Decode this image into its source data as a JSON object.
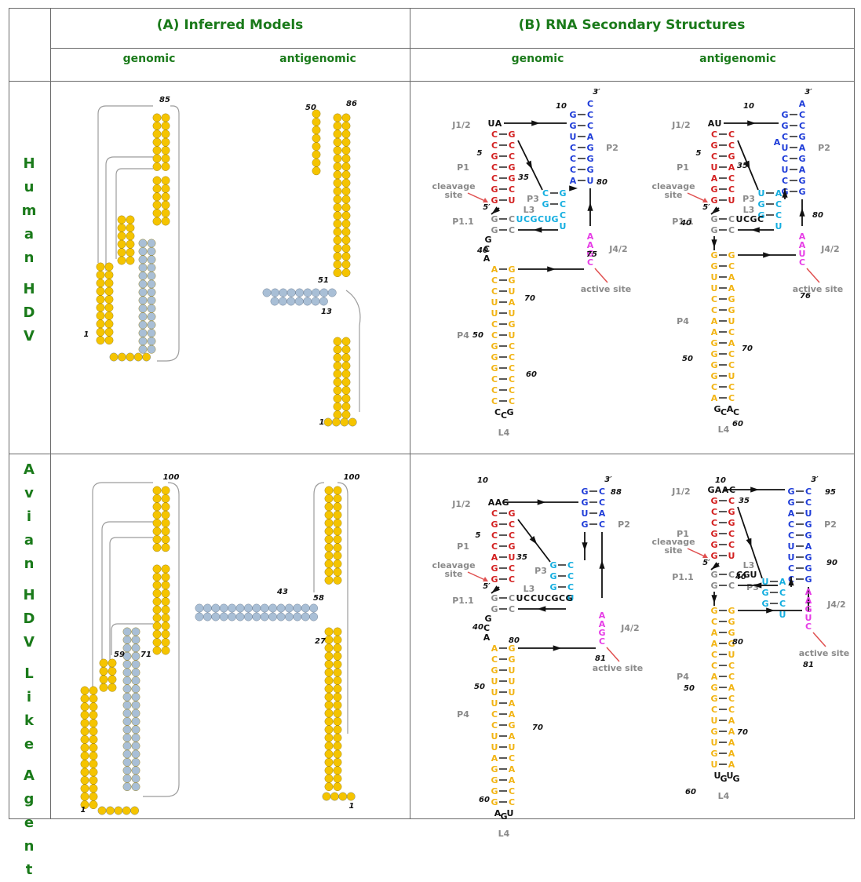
{
  "headers": {
    "col_a": "(A) Inferred Models",
    "col_b": "(B) RNA Secondary Structures",
    "genomic": "genomic",
    "antigenomic": "antigenomic"
  },
  "rows": {
    "human": [
      "H",
      "u",
      "m",
      "a",
      "n",
      "",
      "H",
      "D",
      "V"
    ],
    "avian": [
      "A",
      "v",
      "i",
      "a",
      "n",
      "",
      "H",
      "D",
      "V",
      "",
      "L",
      "i",
      "k",
      "e",
      "",
      "A",
      "g",
      "e",
      "n",
      "t"
    ]
  },
  "labels": {
    "j12": "J1/2",
    "p1": "P1",
    "p11": "P1.1",
    "p2": "P2",
    "p3": "P3",
    "p4": "P4",
    "l3": "L3",
    "l4": "L4",
    "j42": "J4/2",
    "cleavage": "cleavage",
    "site": "site",
    "active_site": "active site",
    "three_prime": "3′",
    "five_prime": "5′"
  },
  "colors": {
    "header_green": "#1a7a1a",
    "yellow": "#f5c400",
    "blue_circle": "#a9bfd6",
    "red": "#d32020",
    "dark_blue": "#1e3cd8",
    "cyan": "#14aee0",
    "magenta": "#e63ce6",
    "orange": "#f2b414",
    "gray": "#8a8a8a"
  },
  "structures": {
    "hg": {
      "nums": [
        "10",
        "5",
        "35",
        "80",
        "40",
        "70",
        "50",
        "60",
        "75"
      ],
      "j12": [
        "U",
        "A"
      ],
      "p1_left": [
        "C",
        "C",
        "G",
        "C",
        "C",
        "G",
        "G"
      ],
      "p1_right": [
        "G",
        "C",
        "C",
        "G",
        "G",
        "C",
        "U"
      ],
      "p2_left": [
        "G",
        "G",
        "U",
        "C",
        "C",
        "C",
        "A"
      ],
      "p2_right": [
        "C",
        "C",
        "A",
        "G",
        "G",
        "G",
        "U"
      ],
      "p2_top": "C",
      "p3_left": [
        "C",
        "G"
      ],
      "p3_right": [
        "G",
        "C",
        "C",
        "U"
      ],
      "l3": [
        "U",
        "C",
        "G",
        "C",
        "U",
        "G"
      ],
      "p11_left": [
        "G",
        "G"
      ],
      "p11_right": [
        "C",
        "C"
      ],
      "j4_2": [
        "A",
        "A",
        "G",
        "C"
      ],
      "link": [
        "G",
        "C",
        "A"
      ],
      "p4_left": [
        "A",
        "C",
        "C",
        "U",
        "U",
        "C",
        "C",
        "G",
        "G",
        "G",
        "C",
        "C",
        "C"
      ],
      "p4_right": [
        "G",
        "G",
        "U",
        "A",
        "U",
        "G",
        "U",
        "C",
        "C",
        "C",
        "C",
        "C",
        "C"
      ],
      "l4": [
        "C",
        "C",
        "G"
      ]
    },
    "ha": {
      "nums": [
        "10",
        "5",
        "35",
        "80",
        "40",
        "76",
        "70",
        "50",
        "60"
      ],
      "j12": [
        "A",
        "U"
      ],
      "p1_left": [
        "C",
        "G",
        "C",
        "U",
        "A",
        "G",
        "G"
      ],
      "p1_right": [
        "C",
        "C",
        "G",
        "A",
        "C",
        "C",
        "U"
      ],
      "p2_left": [
        "G",
        "G",
        "C",
        "U",
        "C",
        "U",
        "C",
        "G"
      ],
      "p2_right": [
        "C",
        "C",
        "G",
        "A",
        "G",
        "A",
        "G",
        "G"
      ],
      "p2_top": "A",
      "bulge": "A",
      "p3_left": [
        "U",
        "G",
        "G"
      ],
      "p3_right": [
        "A",
        "C",
        "C",
        "U"
      ],
      "l3": [
        "U",
        "C",
        "G",
        "C"
      ],
      "p11_left": [
        "G",
        "G"
      ],
      "p11_right": [
        "C",
        "C"
      ],
      "j4_2": [
        "A",
        "A",
        "U",
        "C"
      ],
      "p4_left": [
        "G",
        "G",
        "U",
        "U",
        "C",
        "C",
        "A",
        "A",
        "G",
        "G",
        "G",
        "G",
        "C",
        "A"
      ],
      "p4_right": [
        "G",
        "C",
        "A",
        "A",
        "G",
        "G",
        "U",
        "C",
        "A",
        "C",
        "C",
        "U",
        "C",
        "C"
      ],
      "l4": [
        "G",
        "C",
        "A",
        "C"
      ]
    },
    "ag": {
      "nums": [
        "10",
        "88",
        "5",
        "35",
        "40",
        "80",
        "81",
        "50",
        "70",
        "60"
      ],
      "j12": [
        "A",
        "A",
        "G"
      ],
      "p1_left": [
        "C",
        "G",
        "C",
        "C",
        "A",
        "G",
        "G"
      ],
      "p1_right": [
        "G",
        "C",
        "C",
        "G",
        "U",
        "C",
        "C"
      ],
      "p2_left": [
        "G",
        "G",
        "U",
        "G"
      ],
      "p2_right": [
        "C",
        "C",
        "A",
        "C"
      ],
      "p3_left": [
        "G",
        "G",
        "G"
      ],
      "p3_right": [
        "C",
        "C",
        "C",
        "U"
      ],
      "l3": [
        "U",
        "C",
        "C",
        "U",
        "C",
        "G",
        "C",
        "G"
      ],
      "p11_left": [
        "G",
        "G"
      ],
      "p11_right": [
        "C",
        "C"
      ],
      "j4_2": [
        "A",
        "A",
        "G",
        "C"
      ],
      "link": [
        "G",
        "C",
        "A"
      ],
      "p4_left": [
        "A",
        "C",
        "G",
        "U",
        "U",
        "U",
        "C",
        "C",
        "U",
        "U",
        "A",
        "G",
        "G",
        "G",
        "G"
      ],
      "p4_right": [
        "G",
        "G",
        "U",
        "U",
        "U",
        "A",
        "A",
        "G",
        "A",
        "U",
        "C",
        "A",
        "A",
        "C",
        "C"
      ],
      "l4": [
        "A",
        "G",
        "U"
      ]
    },
    "aa": {
      "nums": [
        "10",
        "95",
        "35",
        "90",
        "40",
        "80",
        "81",
        "50",
        "70",
        "60"
      ],
      "j12": [
        "G",
        "A",
        "A",
        "C"
      ],
      "p1_left": [
        "G",
        "C",
        "C",
        "G",
        "G",
        "G"
      ],
      "p1_right": [
        "C",
        "G",
        "G",
        "C",
        "C",
        "U"
      ],
      "p2_left": [
        "G",
        "G",
        "A",
        "C",
        "C",
        "U",
        "U",
        "C",
        "C"
      ],
      "p2_right": [
        "C",
        "C",
        "U",
        "G",
        "G",
        "A",
        "G",
        "G",
        "G"
      ],
      "p3_left": [
        "U",
        "G",
        "G"
      ],
      "p3_right": [
        "A",
        "C",
        "C",
        "U"
      ],
      "l3": [
        "C",
        "G",
        "U"
      ],
      "p11_left": [
        "G",
        "G"
      ],
      "p11_right": [
        "C",
        "C"
      ],
      "j4_2": [
        "A",
        "A",
        "G",
        "U",
        "C"
      ],
      "p4_left": [
        "G",
        "C",
        "A",
        "A",
        "C",
        "C",
        "A",
        "G",
        "G",
        "C",
        "U",
        "G",
        "U",
        "G",
        "U"
      ],
      "p4_right": [
        "G",
        "G",
        "G",
        "G",
        "U",
        "C",
        "C",
        "A",
        "C",
        "C",
        "A",
        "A",
        "A",
        "A",
        "A"
      ],
      "l4": [
        "U",
        "G",
        "U",
        "G"
      ]
    }
  },
  "models": {
    "hg": {
      "nums": [
        "85",
        "1"
      ]
    },
    "ha": {
      "nums": [
        "50",
        "86",
        "51",
        "13",
        "1"
      ]
    },
    "ag": {
      "nums": [
        "100",
        "59",
        "71",
        "1"
      ]
    },
    "aa": {
      "nums": [
        "100",
        "43",
        "58",
        "27",
        "1"
      ]
    }
  }
}
